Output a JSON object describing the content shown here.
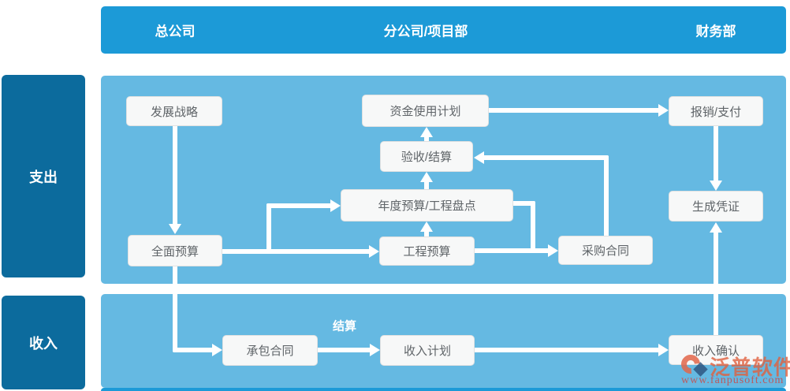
{
  "header": {
    "columns": [
      {
        "id": "head-office",
        "label": "总公司"
      },
      {
        "id": "branch-project",
        "label": "分公司/项目部"
      },
      {
        "id": "finance-dept",
        "label": "财务部"
      }
    ]
  },
  "sidebar": {
    "rows": [
      {
        "id": "expense",
        "label": "支出"
      },
      {
        "id": "income",
        "label": "收入"
      }
    ]
  },
  "nodes": [
    {
      "id": "development-strategy",
      "label": "发展战略"
    },
    {
      "id": "fund-usage-plan",
      "label": "资金使用计划"
    },
    {
      "id": "acceptance-settlement",
      "label": "验收/结算"
    },
    {
      "id": "reimbursement-payment",
      "label": "报销/支付"
    },
    {
      "id": "annual-budget-inventory",
      "label": "年度预算/工程盘点"
    },
    {
      "id": "generate-voucher",
      "label": "生成凭证"
    },
    {
      "id": "comprehensive-budget",
      "label": "全面预算"
    },
    {
      "id": "project-budget",
      "label": "工程预算"
    },
    {
      "id": "purchase-contract",
      "label": "采购合同"
    },
    {
      "id": "contracting-contract",
      "label": "承包合同"
    },
    {
      "id": "income-plan",
      "label": "收入计划"
    },
    {
      "id": "income-confirmation",
      "label": "收入确认"
    }
  ],
  "edges": [
    {
      "from": "development-strategy",
      "to": "comprehensive-budget",
      "label": ""
    },
    {
      "from": "comprehensive-budget",
      "to": "project-budget",
      "label": ""
    },
    {
      "from": "comprehensive-budget",
      "to": "annual-budget-inventory",
      "label": ""
    },
    {
      "from": "project-budget",
      "to": "annual-budget-inventory",
      "label": ""
    },
    {
      "from": "annual-budget-inventory",
      "to": "acceptance-settlement",
      "label": ""
    },
    {
      "from": "acceptance-settlement",
      "to": "fund-usage-plan",
      "label": ""
    },
    {
      "from": "fund-usage-plan",
      "to": "reimbursement-payment",
      "label": ""
    },
    {
      "from": "reimbursement-payment",
      "to": "generate-voucher",
      "label": ""
    },
    {
      "from": "project-budget",
      "to": "purchase-contract",
      "label": ""
    },
    {
      "from": "annual-budget-inventory",
      "to": "purchase-contract",
      "label": ""
    },
    {
      "from": "purchase-contract",
      "to": "acceptance-settlement",
      "label": ""
    },
    {
      "from": "comprehensive-budget",
      "to": "contracting-contract",
      "label": ""
    },
    {
      "from": "contracting-contract",
      "to": "income-plan",
      "label": "结算"
    },
    {
      "from": "income-plan",
      "to": "income-confirmation",
      "label": ""
    },
    {
      "from": "income-confirmation",
      "to": "generate-voucher",
      "label": ""
    }
  ],
  "watermark": {
    "brand": "泛普软件",
    "url": "www.fanpusoft.com"
  },
  "colors": {
    "header_blue": "#1c9ad7",
    "panel_blue": "#65b9e2",
    "sidebar_blue": "#0c6b9d",
    "node_bg": "#f7f8f8",
    "node_text": "#5f6468",
    "arrow": "#ffffff",
    "watermark_orange": "#e2674b",
    "watermark_red": "#cd4844"
  }
}
